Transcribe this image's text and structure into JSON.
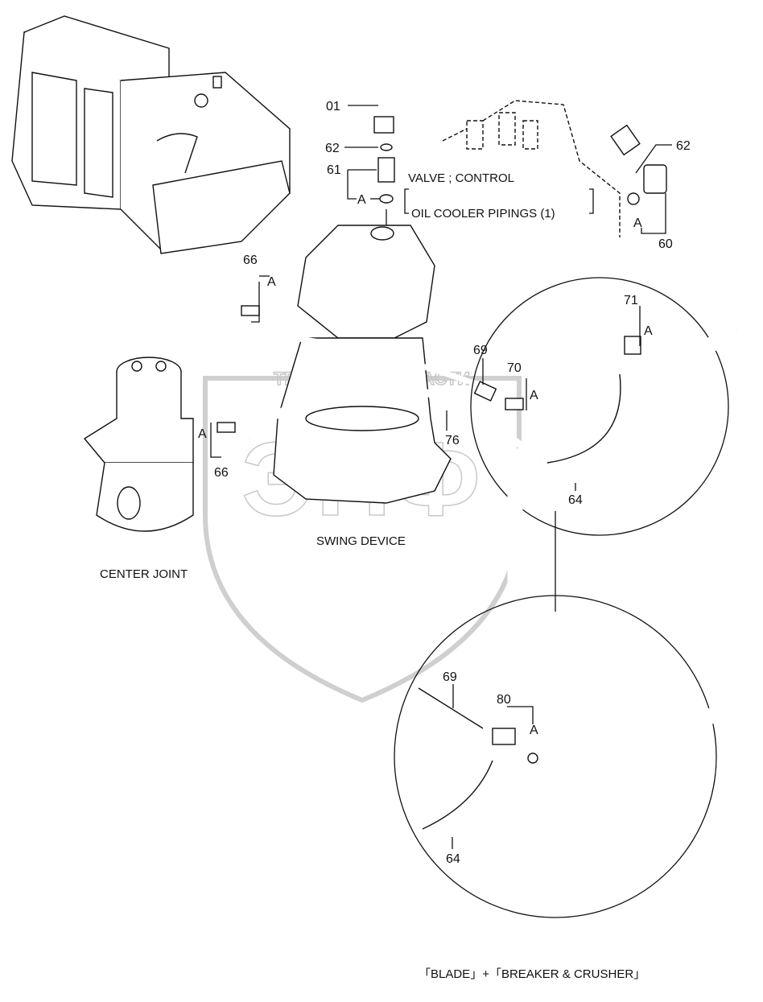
{
  "watermark": {
    "text": "ТЕХНИКА ЗАПЧАСТИ",
    "logo": "ЭПФ"
  },
  "labels": {
    "valve_control": "VALVE ; CONTROL",
    "oil_cooler": "OIL COOLER PIPINGS (1)",
    "swing_device": "SWING DEVICE",
    "center_joint": "CENTER JOINT",
    "footer": "「BLADE」+「BREAKER & CRUSHER」"
  },
  "callouts": {
    "p01": "01",
    "p62a": "62",
    "p61": "61",
    "pA1": "A",
    "p62b": "62",
    "pA2": "A",
    "p60": "60",
    "p66a": "66",
    "pA3": "A",
    "p71": "71",
    "pA4": "A",
    "p69a": "69",
    "p70": "70",
    "pA5": "A",
    "p76": "76",
    "pA6": "A",
    "p66b": "66",
    "p64a": "64",
    "p69b": "69",
    "p80": "80",
    "pA7": "A",
    "p64b": "64"
  }
}
